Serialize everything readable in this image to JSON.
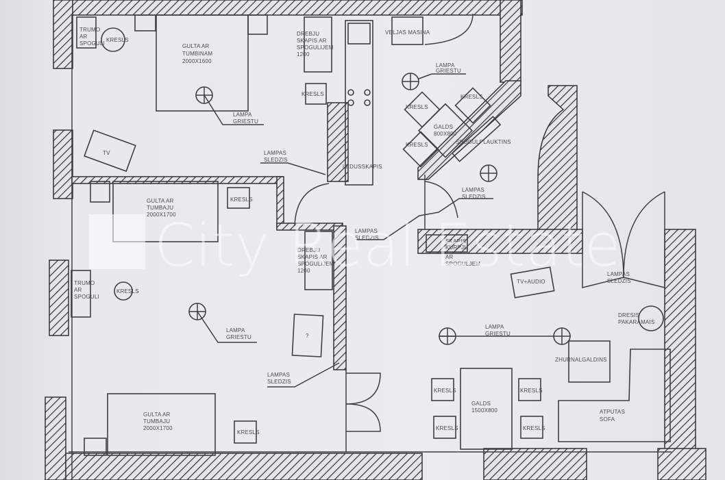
{
  "watermark": "City Real Estate",
  "labels": {
    "trumo1": [
      "TRUMO",
      "AR",
      "SPOGULI"
    ],
    "kresls": "KRESLS",
    "gulta1": [
      "GULTA AR",
      "TUMBINAM",
      "2000X1600"
    ],
    "lampa_griestu": [
      "LAMPA",
      "GRIESTU"
    ],
    "lampas_sledzis": [
      "LAMPAS",
      "SLEDZIS"
    ],
    "tv": "TV",
    "drebju1": [
      "DREBJU",
      "SKAPIS AR",
      "SPOGULIJEM",
      "1200"
    ],
    "veljas_masina": "VELJAS MASINA",
    "ledusskapis": "LEDUSSKAPIS",
    "galds_small": [
      "GALDS",
      "800X800"
    ],
    "spogulplauktins": "SPOGULPLAUKTINS",
    "gulta2": [
      "GULTA AR",
      "TUMBAJU",
      "2000X1700"
    ],
    "drebju2": [
      "DREBJU",
      "SKAPIS AR",
      "SPOGULIJEM",
      "1200"
    ],
    "trumo2": [
      "TRUMO",
      "AR",
      "SPOGULI"
    ],
    "gulta3": [
      "GULTA AR",
      "TUMBAJU",
      "2000X1700"
    ],
    "desk": "?",
    "skapis_kurpju": [
      "SKAPIS",
      "KURPJU",
      "AR",
      "SPOGULJEM"
    ],
    "tv_audio": "TV+AUDIO",
    "dresis_pakaramais": [
      "DRESIS",
      "PAKARAMAIS"
    ],
    "zhurnal_galdins": "ZHURNALGALDINS",
    "galds_big": [
      "GALDS",
      "1500X800"
    ],
    "atputas_sofa": [
      "ATPUTAS",
      "SOFA"
    ]
  }
}
